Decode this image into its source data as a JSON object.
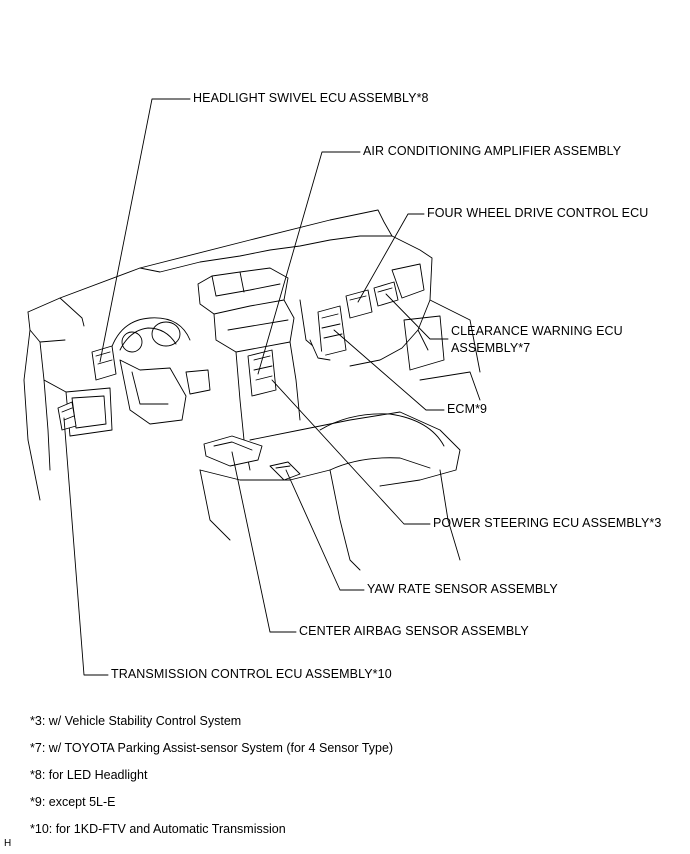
{
  "labels": {
    "headlight_swivel": "HEADLIGHT SWIVEL ECU ASSEMBLY*8",
    "air_conditioning": "AIR CONDITIONING AMPLIFIER ASSEMBLY",
    "four_wheel_drive": "FOUR WHEEL DRIVE CONTROL ECU",
    "clearance_warning_line1": "CLEARANCE WARNING ECU",
    "clearance_warning_line2": "ASSEMBLY*7",
    "ecm": "ECM*9",
    "power_steering": "POWER STEERING ECU ASSEMBLY*3",
    "yaw_rate": "YAW RATE SENSOR ASSEMBLY",
    "center_airbag": "CENTER AIRBAG SENSOR ASSEMBLY",
    "transmission_control": "TRANSMISSION CONTROL ECU ASSEMBLY*10"
  },
  "notes": [
    "*3: w/ Vehicle Stability Control System",
    "*7: w/ TOYOTA Parking Assist-sensor System (for 4 Sensor Type)",
    "*8: for LED Headlight",
    "*9: except 5L-E",
    "*10: for 1KD-FTV and Automatic Transmission"
  ],
  "corner_mark": "H"
}
